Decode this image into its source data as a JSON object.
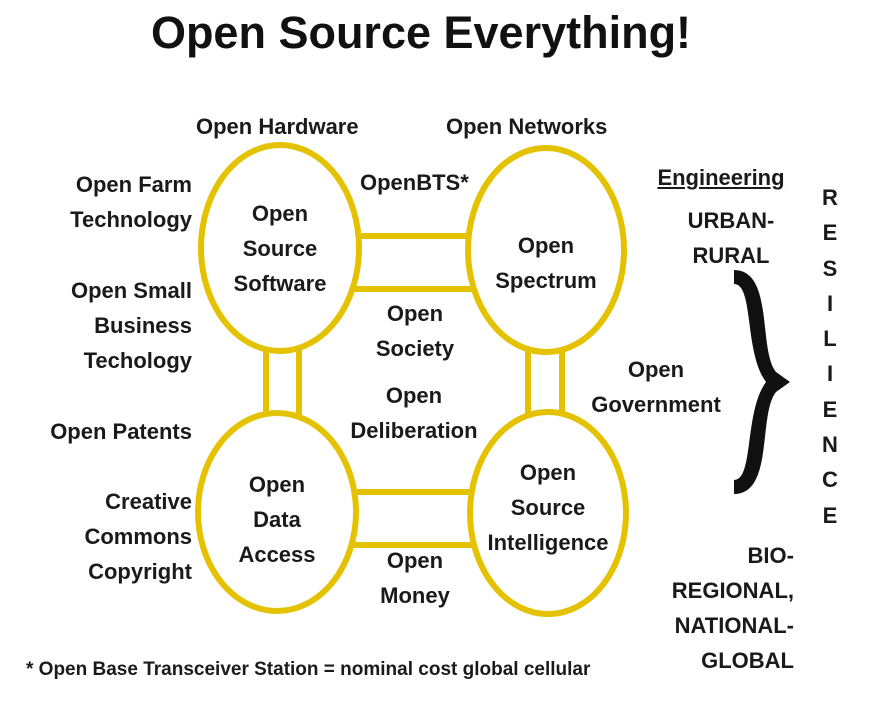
{
  "title": "Open Source Everything!",
  "colors": {
    "ring": "#E5C200",
    "text": "#1a1a1a"
  },
  "nodes": {
    "open_source_software": "Open\nSource\nSoftware",
    "open_spectrum": "Open\nSpectrum",
    "open_data_access": "Open\nData\nAccess",
    "open_source_intelligence": "Open\nSource\nIntelligence"
  },
  "labels": {
    "open_hardware": "Open Hardware",
    "open_networks": "Open Networks",
    "openbts": "OpenBTS*",
    "open_society": "Open\nSociety",
    "open_deliberation": "Open\nDeliberation",
    "open_money": "Open\nMoney",
    "open_government": "Open\nGovernment"
  },
  "left_column": {
    "open_farm_technology": "Open Farm\nTechnology",
    "open_small_business": "Open Small\nBusiness\nTechology",
    "open_patents": "Open Patents",
    "creative_commons": "Creative\nCommons\nCopyright"
  },
  "right_column": {
    "engineering": "Engineering",
    "urban_rural": "URBAN-\nRURAL",
    "bio_regional": "BIO-\nREGIONAL,\nNATIONAL-\nGLOBAL",
    "resilience": "R\nE\nS\nI\nL\nI\nE\nN\nC\nE"
  },
  "footnote": "* Open Base Transceiver Station = nominal cost global cellular"
}
